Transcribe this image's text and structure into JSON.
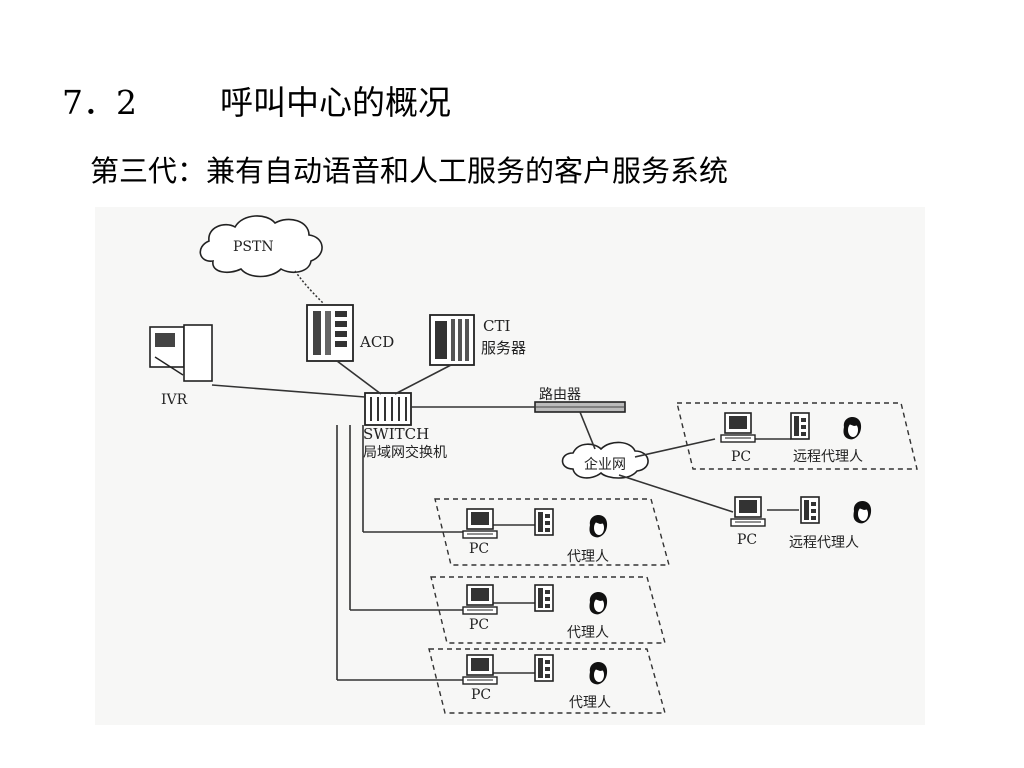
{
  "slide": {
    "section_number": "7．2",
    "title": "呼叫中心的概况",
    "subtitle": "第三代：兼有自动语音和人工服务的客户服务系统"
  },
  "diagram": {
    "pstn": "PSTN",
    "acd": "ACD",
    "cti_line1": "CTI",
    "cti_line2": "服务器",
    "ivr": "IVR",
    "switch_line1": "SWITCH",
    "switch_line2": "局域网交换机",
    "router": "路由器",
    "enterprise_net": "企业网",
    "pc": "PC",
    "agent": "代理人",
    "remote_agent": "远程代理人"
  }
}
